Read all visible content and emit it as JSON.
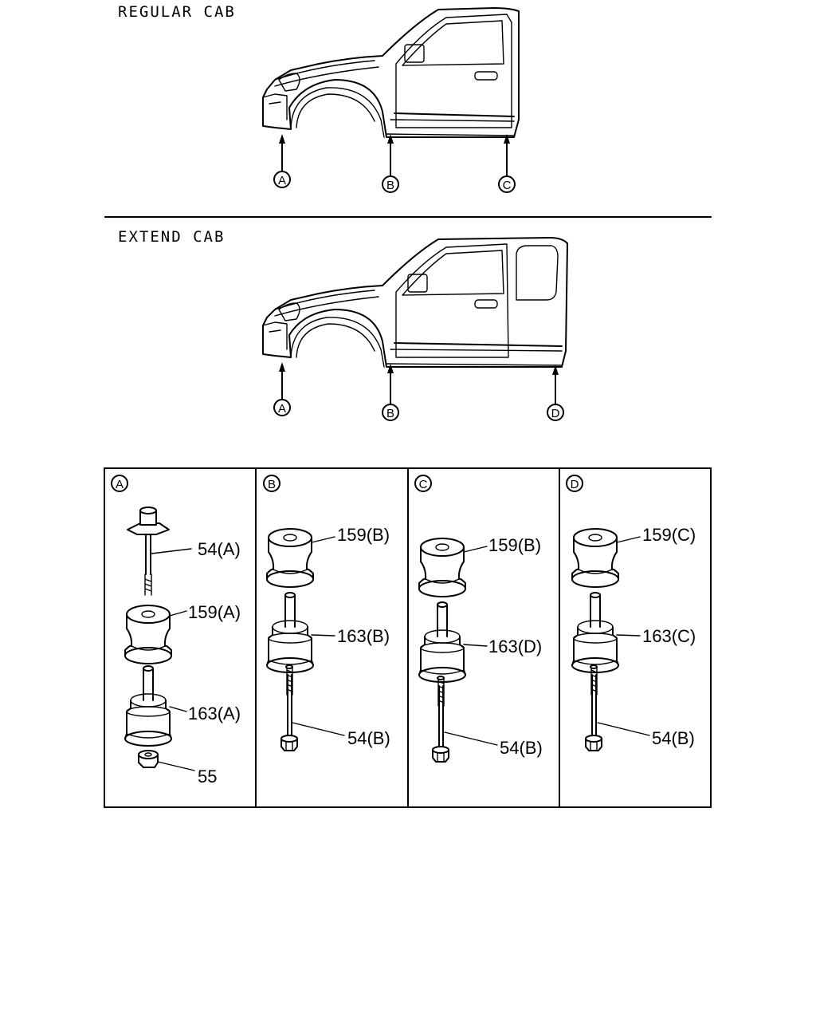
{
  "sections": {
    "regular_cab": "REGULAR CAB",
    "extend_cab": "EXTEND CAB"
  },
  "regular_markers": [
    "A",
    "B",
    "C"
  ],
  "extend_markers": [
    "A",
    "B",
    "D"
  ],
  "panels": [
    {
      "marker": "A",
      "callouts": [
        "54(A)",
        "159(A)",
        "163(A)",
        "55"
      ]
    },
    {
      "marker": "B",
      "callouts": [
        "159(B)",
        "163(B)",
        "54(B)"
      ]
    },
    {
      "marker": "C",
      "callouts": [
        "159(B)",
        "163(D)",
        "54(B)"
      ]
    },
    {
      "marker": "D",
      "callouts": [
        "159(C)",
        "163(C)",
        "54(B)"
      ]
    }
  ]
}
